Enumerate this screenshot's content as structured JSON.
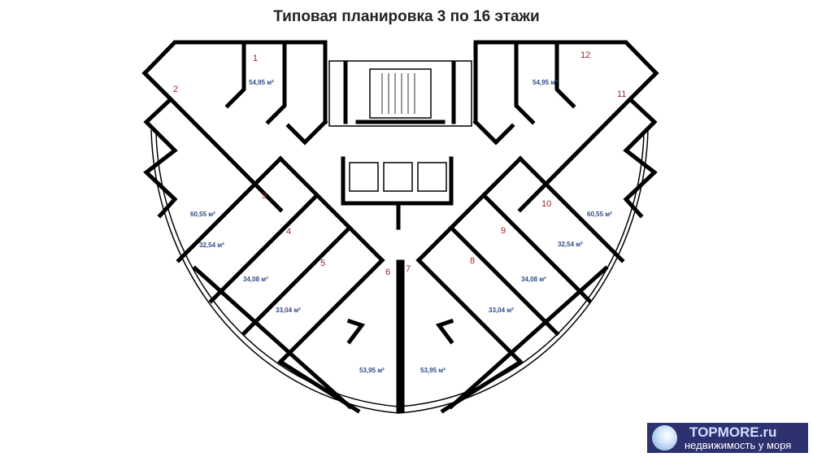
{
  "title": "Типовая планировка 3 по 16 этажи",
  "apartment_numbers": [
    "1",
    "2",
    "3",
    "4",
    "5",
    "6",
    "7",
    "8",
    "9",
    "10",
    "11",
    "12"
  ],
  "apartment_areas": {
    "a1": "54,95 м²",
    "a12": "54,95 м²",
    "a2": "60,55 м²",
    "a11": "60,55 м²",
    "a3": "32,54 м²",
    "a10": "32,54 м²",
    "a4": "34,08 м²",
    "a9": "34,08 м²",
    "a5": "33,04 м²",
    "a8": "33,04 м²",
    "a6": "53,95 м²",
    "a7": "53,95 м²"
  },
  "logo": {
    "name": "TOPMORE.ru",
    "tagline": "недвижимость у моря"
  },
  "colors": {
    "apartment_number": "#a3232b",
    "area_text": "#2f4a8a",
    "logo_bg": "#2e3170"
  }
}
